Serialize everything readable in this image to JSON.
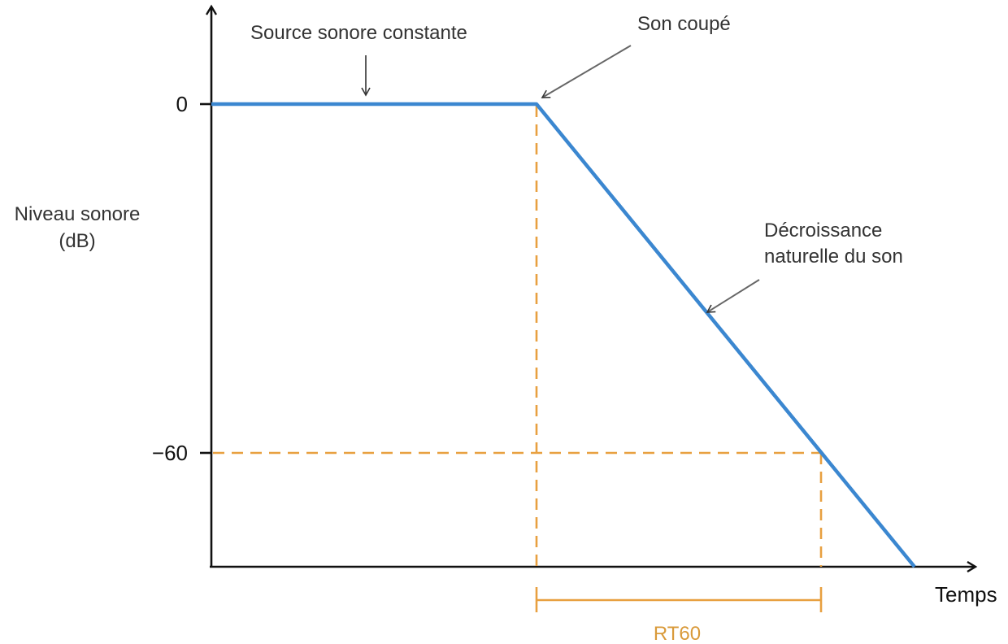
{
  "diagram": {
    "type": "reverberation-time-decay",
    "y_axis": {
      "label_line1": "Niveau sonore",
      "label_line2": "(dB)",
      "ticks": [
        "0",
        "−60"
      ]
    },
    "x_axis": {
      "label": "Temps"
    },
    "annotations": {
      "constant_source": "Source sonore constante",
      "sound_cut": "Son coupé",
      "decay_line1": "Décroissance",
      "decay_line2": "naturelle du son"
    },
    "measure": {
      "label": "RT60"
    },
    "colors": {
      "curve": "#3b87d0",
      "guides": "#e8a040",
      "axis": "#111111",
      "annotation_arrow": "#666666",
      "rt60_text": "#d99a3a"
    }
  }
}
